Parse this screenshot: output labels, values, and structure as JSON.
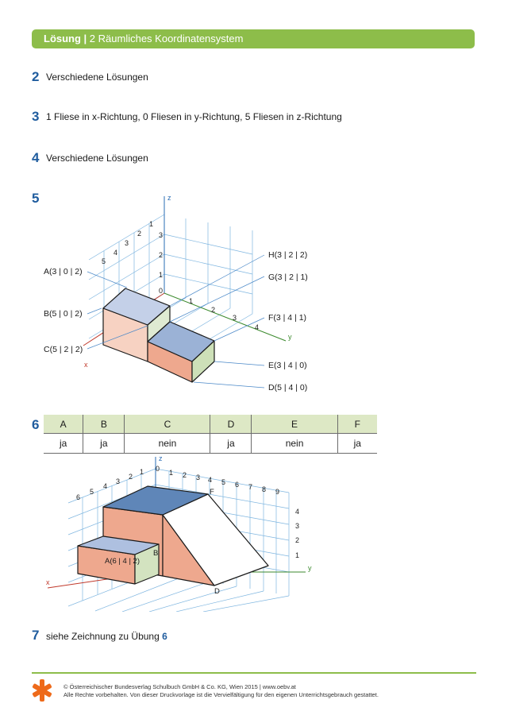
{
  "header": {
    "title_bold": "Lösung |",
    "title_rest": " 2 Räumliches Koordinatensystem"
  },
  "items": [
    {
      "number": "2",
      "text": "Verschiedene Lösungen"
    },
    {
      "number": "3",
      "text": "1 Fliese in x-Richtung, 0 Fliesen in y-Richtung, 5 Fliesen in z-Richtung"
    },
    {
      "number": "4",
      "text": "Verschiedene Lösungen"
    },
    {
      "number": "5"
    },
    {
      "number": "6"
    },
    {
      "number": "7",
      "text": "siehe Zeichnung zu Übung",
      "ref": "6"
    }
  ],
  "figure5": {
    "points": [
      "A(3 | 0 | 2)",
      "B(5 | 0 | 2)",
      "C(5 | 2 | 2)",
      "H(3 | 2 | 2)",
      "G(3 | 2 | 1)",
      "F(3 | 4 | 1)",
      "E(3 | 4 | 0)",
      "D(5 | 4 | 0)"
    ],
    "axes": {
      "x": "x",
      "y": "y",
      "z": "z"
    },
    "x_ticks": [
      "1",
      "2",
      "3",
      "4",
      "5"
    ],
    "y_ticks": [
      "1",
      "2",
      "3",
      "4"
    ],
    "z_ticks": [
      "0",
      "1",
      "2",
      "3"
    ]
  },
  "table6": {
    "headers": [
      "A",
      "B",
      "C",
      "D",
      "E",
      "F"
    ],
    "values": [
      "ja",
      "ja",
      "nein",
      "ja",
      "nein",
      "ja"
    ]
  },
  "figure6": {
    "labels": [
      "A(6 | 4 | 2)",
      "B",
      "F",
      "D"
    ],
    "axes": {
      "x": "x",
      "y": "y",
      "z": "z"
    },
    "x_ticks": [
      "6",
      "5",
      "4",
      "3",
      "2",
      "1"
    ],
    "y_ticks": [
      "0",
      "1",
      "2",
      "3",
      "4",
      "5",
      "6",
      "7",
      "8",
      "9"
    ],
    "z_ticks": [
      "1",
      "2",
      "3",
      "4"
    ]
  },
  "footer": {
    "line1": "© Österreichischer Bundesverlag Schulbuch GmbH & Co. KG, Wien 2015 | www.oebv.at",
    "line2": "Alle Rechte vorbehalten. Von dieser Druckvorlage ist die Vervielfältigung für den eigenen Unterrichtsgebrauch gestattet."
  },
  "colors": {
    "accent_green": "#8dbd4a",
    "number_blue": "#1f5c9e"
  }
}
